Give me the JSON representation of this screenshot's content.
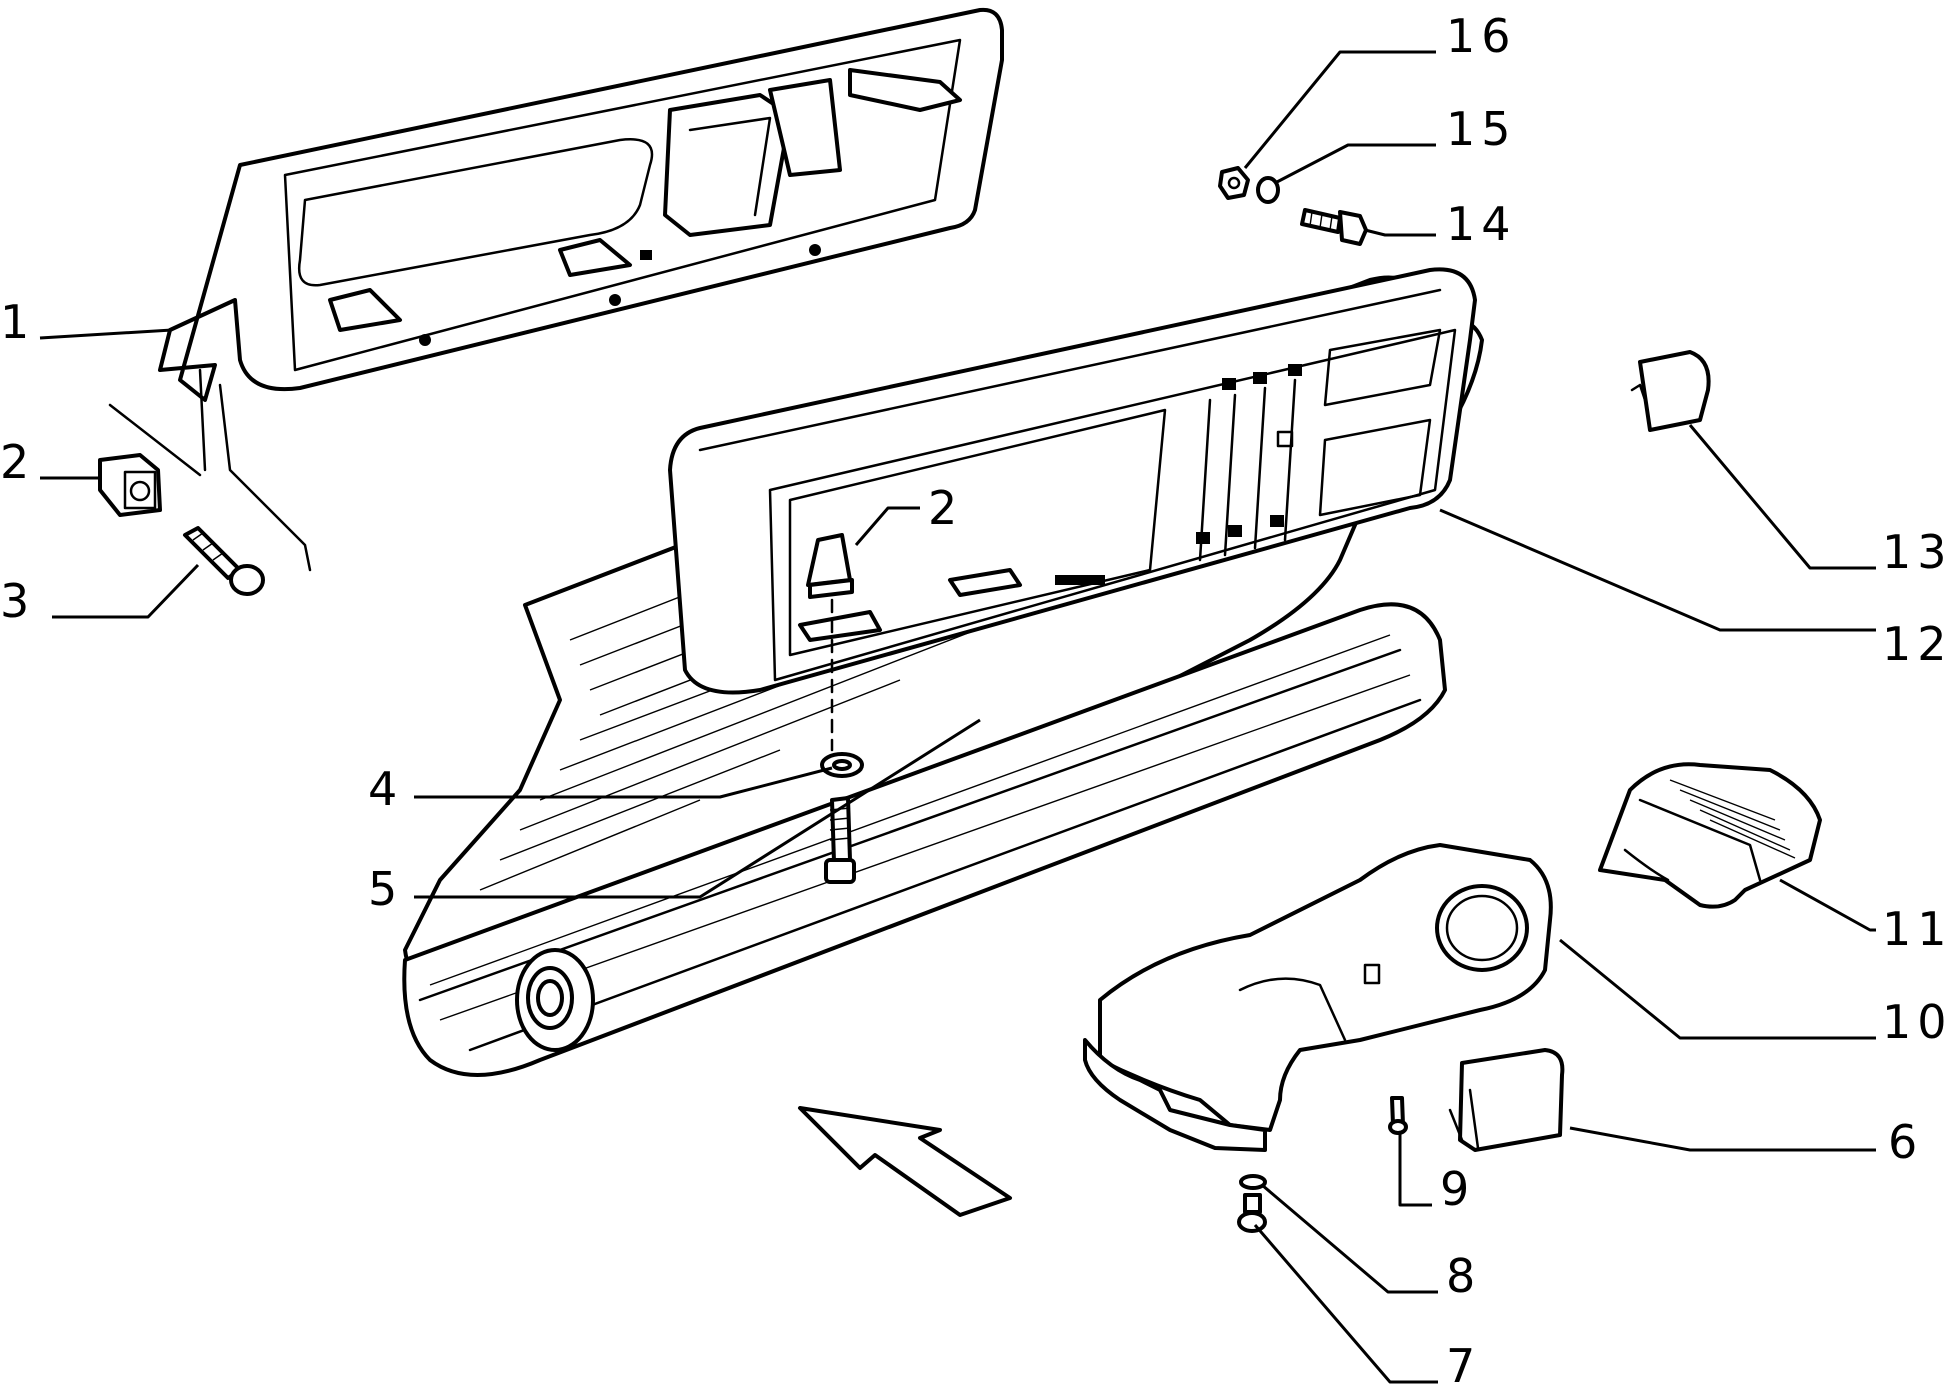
{
  "callouts": [
    {
      "id": "1",
      "label": "1"
    },
    {
      "id": "2a",
      "label": "2"
    },
    {
      "id": "2b",
      "label": "2"
    },
    {
      "id": "3",
      "label": "3"
    },
    {
      "id": "4",
      "label": "4"
    },
    {
      "id": "5",
      "label": "5"
    },
    {
      "id": "6",
      "label": "6"
    },
    {
      "id": "7",
      "label": "7"
    },
    {
      "id": "8",
      "label": "8"
    },
    {
      "id": "9",
      "label": "9"
    },
    {
      "id": "10",
      "label": "10"
    },
    {
      "id": "11",
      "label": "11"
    },
    {
      "id": "12",
      "label": "12"
    },
    {
      "id": "13",
      "label": "13"
    },
    {
      "id": "14",
      "label": "14"
    },
    {
      "id": "15",
      "label": "15"
    },
    {
      "id": "16",
      "label": "16"
    }
  ]
}
